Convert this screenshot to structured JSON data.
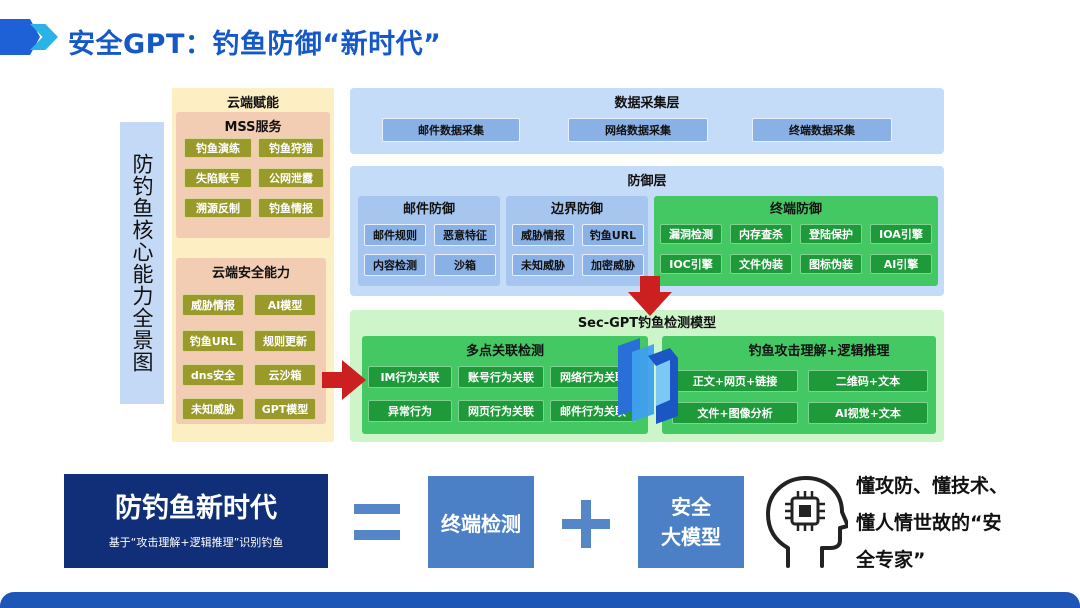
{
  "header": {
    "title": "安全GPT：钓鱼防御“新时代”"
  },
  "vertical_label": "防钓鱼核心能力全景图",
  "cloud": {
    "title": "云端赋能",
    "mss": {
      "title": "MSS服务",
      "items": [
        "钓鱼演练",
        "钓鱼狩猎",
        "失陷账号",
        "公网泄露",
        "溯源反制",
        "钓鱼情报"
      ]
    },
    "capability": {
      "title": "云端安全能力",
      "items": [
        "威胁情报",
        "AI模型",
        "钓鱼URL",
        "规则更新",
        "dns安全",
        "云沙箱",
        "未知威胁",
        "GPT模型"
      ]
    }
  },
  "collection": {
    "title": "数据采集层",
    "items": [
      "邮件数据采集",
      "网络数据采集",
      "终端数据采集"
    ]
  },
  "defense": {
    "title": "防御层",
    "mail": {
      "title": "邮件防御",
      "items": [
        "邮件规则",
        "恶意特征",
        "内容检测",
        "沙箱"
      ]
    },
    "border": {
      "title": "边界防御",
      "items": [
        "威胁情报",
        "钓鱼URL",
        "未知威胁",
        "加密威胁"
      ]
    },
    "endpoint": {
      "title": "终端防御",
      "items": [
        "漏洞检测",
        "内存查杀",
        "登陆保护",
        "IOA引擎",
        "IOC引擎",
        "文件伪装",
        "图标伪装",
        "AI引擎"
      ]
    }
  },
  "model": {
    "title": "Sec-GPT钓鱼检测模型",
    "multi": {
      "title": "多点关联检测",
      "items": [
        "IM行为关联",
        "账号行为关联",
        "网络行为关联",
        "异常行为",
        "网页行为关联",
        "邮件行为关联"
      ]
    },
    "logic": {
      "title": "钓鱼攻击理解+逻辑推理",
      "items": [
        "正文+网页+链接",
        "二维码+文本",
        "文件+图像分析",
        "AI视觉+文本"
      ]
    }
  },
  "equation": {
    "title": "防钓鱼新时代",
    "subtitle": "基于“攻击理解+逻辑推理”识别钓鱼",
    "term1": "终端检测",
    "term2_line1": "安全",
    "term2_line2": "大模型",
    "quote_lines": [
      "懂攻防、懂技术、",
      "懂人情世故的“安",
      "全专家”"
    ]
  },
  "colors": {
    "title_blue": "#1559c9",
    "olive": "#9a9a2b",
    "green": "#1f9a3a",
    "navy": "#102f78",
    "arrow_red": "#cc1f1f"
  }
}
